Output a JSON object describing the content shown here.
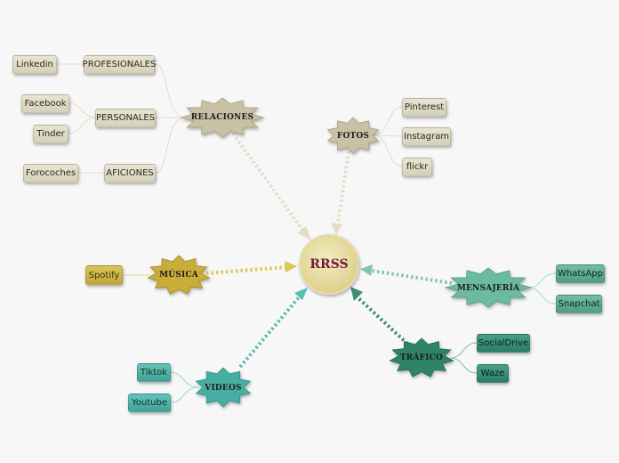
{
  "center": {
    "label": "RRSS"
  },
  "categories": {
    "relaciones": {
      "label": "RELACIONES"
    },
    "fotos": {
      "label": "FOTOS"
    },
    "musica": {
      "label": "MÚSICA"
    },
    "mensajeria": {
      "label": "MENSAJERÍA"
    },
    "trafico": {
      "label": "TRÁFICO"
    },
    "videos": {
      "label": "VIDEOS"
    }
  },
  "subcategories": {
    "profesionales": {
      "label": "PROFESIONALES"
    },
    "personales": {
      "label": "PERSONALES"
    },
    "aficiones": {
      "label": "AFICIONES"
    }
  },
  "leaves": {
    "linkedin": {
      "label": "Linkedin"
    },
    "facebook": {
      "label": "Facebook"
    },
    "tinder": {
      "label": "Tinder"
    },
    "forocoches": {
      "label": "Forocoches"
    },
    "pinterest": {
      "label": "Pinterest"
    },
    "instagram": {
      "label": "Instagram"
    },
    "flickr": {
      "label": "flickr"
    },
    "spotify": {
      "label": "Spotify"
    },
    "whatsapp": {
      "label": "WhatsApp"
    },
    "snapchat": {
      "label": "Snapchat"
    },
    "socialdrive": {
      "label": "SocialDrive"
    },
    "waze": {
      "label": "Waze"
    },
    "tiktok": {
      "label": "Tiktok"
    },
    "youtube": {
      "label": "Youtube"
    }
  },
  "colors": {
    "background": "#f7f7f7",
    "center_fill": "#ece1a4",
    "center_text": "#74183f",
    "relaciones": "#c8c1a6",
    "fotos": "#c8c1a6",
    "musica": "#c9ad3b",
    "mensajeria": "#6dbb9f",
    "trafico": "#2f8468",
    "videos": "#46aea2"
  }
}
